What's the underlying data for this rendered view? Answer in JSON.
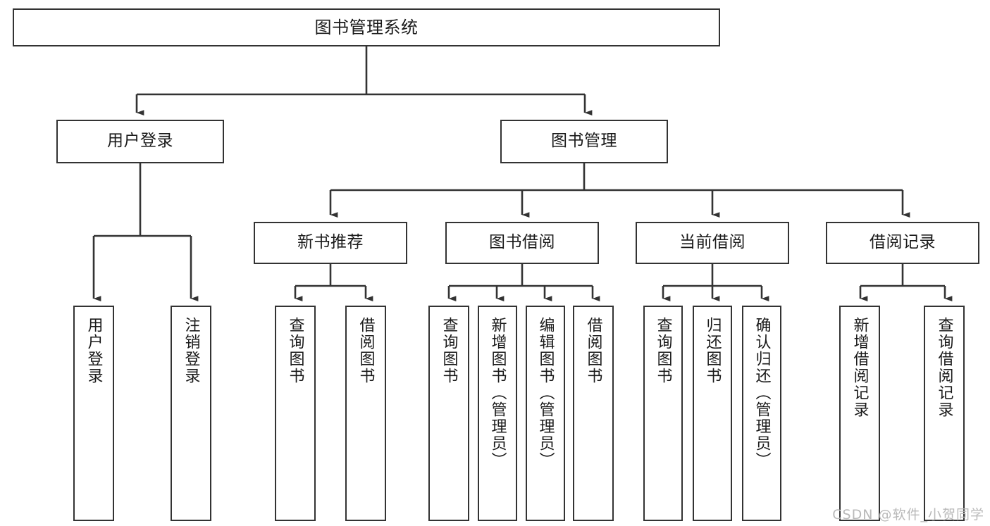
{
  "diagram": {
    "title": "图书管理系统",
    "type": "tree-hierarchy-chart",
    "watermark": "CSDN @软件_小贺同学",
    "colors": {
      "border": "#333333",
      "background": "#ffffff",
      "text": "#1a1a1a",
      "watermark": "#b9b9b9"
    },
    "levels": {
      "root": {
        "label": "图书管理系统"
      },
      "level2": [
        {
          "id": "user-login",
          "label": "用户登录"
        },
        {
          "id": "book-management",
          "label": "图书管理"
        }
      ],
      "level3": [
        {
          "id": "new-book-recommend",
          "label": "新书推荐",
          "parent": "book-management"
        },
        {
          "id": "book-borrow",
          "label": "图书借阅",
          "parent": "book-management"
        },
        {
          "id": "current-borrow",
          "label": "当前借阅",
          "parent": "book-management"
        },
        {
          "id": "borrow-record",
          "label": "借阅记录",
          "parent": "book-management"
        }
      ],
      "leaves": [
        {
          "id": "leaf-user-login",
          "label": "用户登录",
          "parent": "user-login"
        },
        {
          "id": "leaf-logout",
          "label": "注销登录",
          "parent": "user-login"
        },
        {
          "id": "leaf-query-book-1",
          "label": "查询图书",
          "parent": "new-book-recommend"
        },
        {
          "id": "leaf-borrow-book-1",
          "label": "借阅图书",
          "parent": "new-book-recommend"
        },
        {
          "id": "leaf-query-book-2",
          "label": "查询图书",
          "parent": "book-borrow"
        },
        {
          "id": "leaf-add-book",
          "label": "新增图书（管理员）",
          "parent": "book-borrow"
        },
        {
          "id": "leaf-edit-book",
          "label": "编辑图书（管理员）",
          "parent": "book-borrow"
        },
        {
          "id": "leaf-borrow-book-2",
          "label": "借阅图书",
          "parent": "book-borrow"
        },
        {
          "id": "leaf-query-book-3",
          "label": "查询图书",
          "parent": "current-borrow"
        },
        {
          "id": "leaf-return-book",
          "label": "归还图书",
          "parent": "current-borrow"
        },
        {
          "id": "leaf-confirm-return",
          "label": "确认归还（管理员）",
          "parent": "current-borrow"
        },
        {
          "id": "leaf-add-record",
          "label": "新增借阅记录",
          "parent": "borrow-record"
        },
        {
          "id": "leaf-query-record",
          "label": "查询借阅记录",
          "parent": "borrow-record"
        }
      ]
    }
  }
}
